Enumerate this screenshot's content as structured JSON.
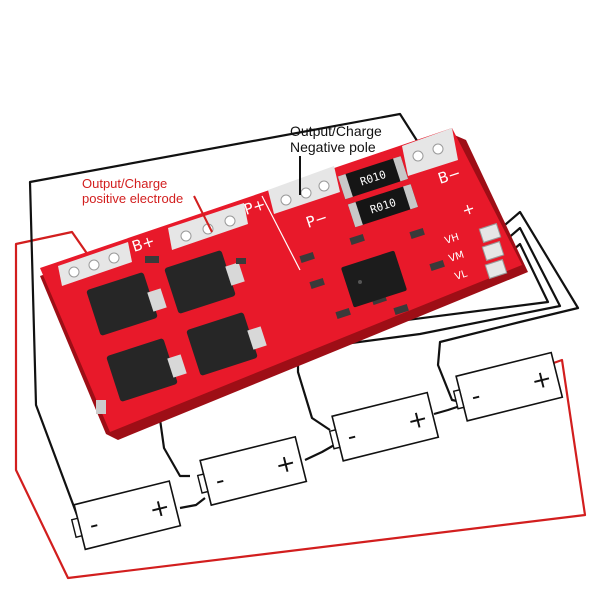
{
  "annotations": {
    "positive": {
      "line1": "Output/Charge",
      "line2": "positive electrode",
      "color": "#d21e1e"
    },
    "negative": {
      "line1": "Output/Charge",
      "line2": "Negative pole",
      "color": "#111111"
    }
  },
  "board": {
    "color": "#e8192a",
    "pad_labels": {
      "b_plus": "B+",
      "p_plus": "P+",
      "p_minus": "P−",
      "b_minus": "B−",
      "plus": "+"
    },
    "resistor_marking": "R010",
    "cell_taps": [
      "VH",
      "VM",
      "VL"
    ]
  },
  "cells": [
    {
      "minus": "-",
      "plus": "+"
    },
    {
      "minus": "-",
      "plus": "+"
    },
    {
      "minus": "-",
      "plus": "+"
    },
    {
      "minus": "-",
      "plus": "+"
    }
  ],
  "colors": {
    "wire_red": "#d21e1e",
    "wire_black": "#111111",
    "pad_silver": "#e6e6e6",
    "mosfet": "#2a2a2a"
  },
  "icons": {
    "battery": "battery-cell-icon",
    "mosfet": "mosfet-chip-icon",
    "ic": "protection-ic-icon",
    "resistor": "shunt-resistor-icon"
  }
}
